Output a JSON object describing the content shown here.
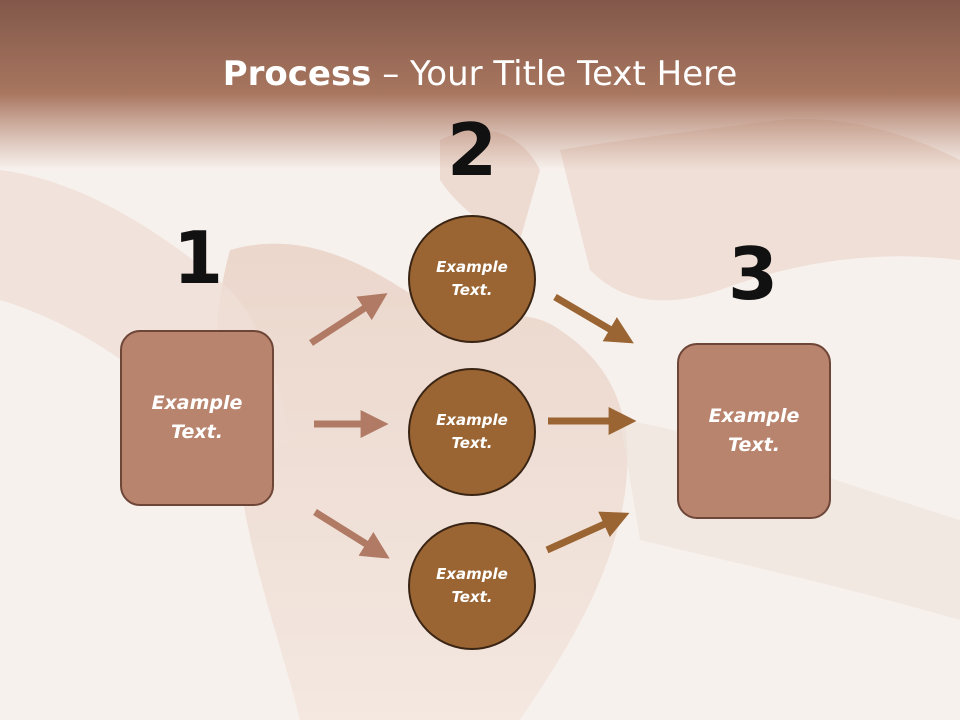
{
  "title": {
    "bold": "Process",
    "rest": " – Your Title Text Here"
  },
  "steps": {
    "one": "1",
    "two": "2",
    "three": "3"
  },
  "left_box": {
    "text": "Example\nText."
  },
  "right_box": {
    "text": "Example\nText."
  },
  "circles": [
    {
      "text": "Example\nText."
    },
    {
      "text": "Example\nText."
    },
    {
      "text": "Example\nText."
    }
  ],
  "colors": {
    "header_band": "#8c5a48",
    "box_fill": "#b8846e",
    "box_border": "#6e4638",
    "circle_fill": "#9a6533",
    "circle_border": "#3a2414",
    "left_arrows": "#b07a65",
    "right_arrows": "#9a6533"
  }
}
